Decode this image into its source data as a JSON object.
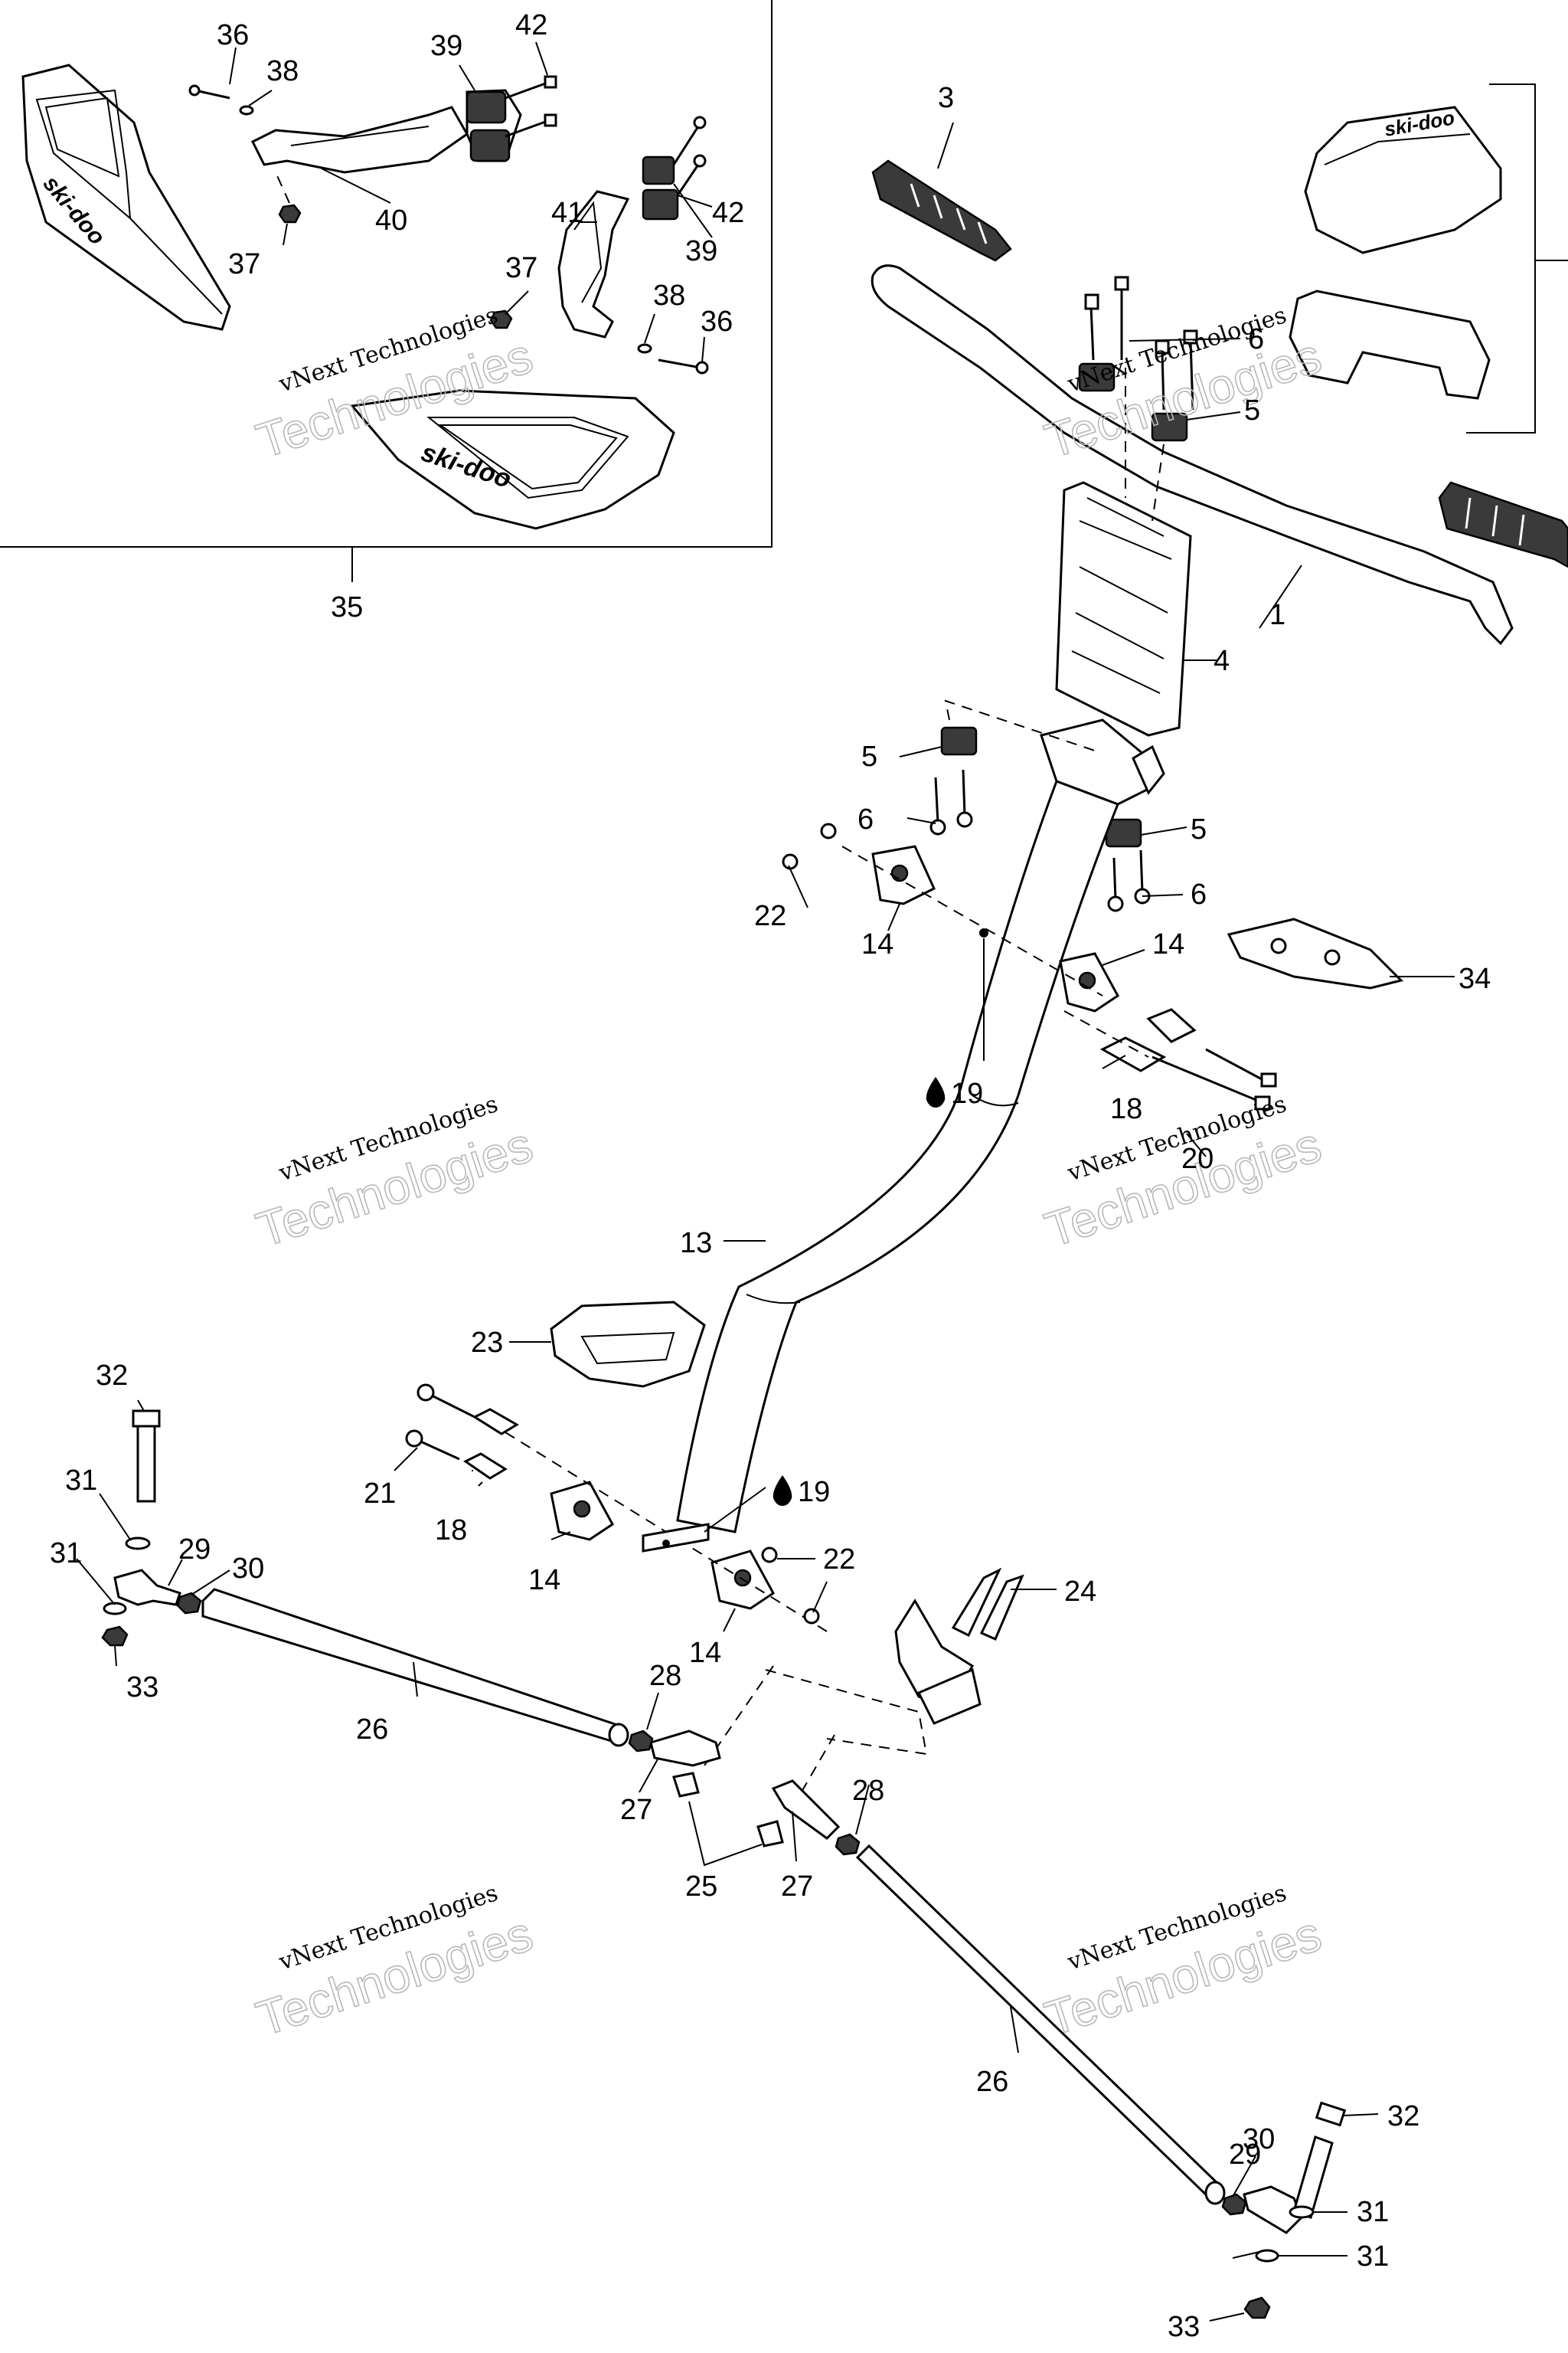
{
  "watermark": {
    "line1": "vNext Technologies",
    "line2": "Technologies"
  },
  "brand": {
    "logo_text": "ski-doo"
  },
  "callouts": [
    {
      "id": "c1",
      "text": "1"
    },
    {
      "id": "c3",
      "text": "3"
    },
    {
      "id": "c4",
      "text": "4"
    },
    {
      "id": "c5a",
      "text": "5"
    },
    {
      "id": "c5b",
      "text": "5"
    },
    {
      "id": "c5c",
      "text": "5"
    },
    {
      "id": "c6a",
      "text": "6"
    },
    {
      "id": "c6b",
      "text": "6"
    },
    {
      "id": "c6c",
      "text": "6"
    },
    {
      "id": "c13",
      "text": "13"
    },
    {
      "id": "c14a",
      "text": "14"
    },
    {
      "id": "c14b",
      "text": "14"
    },
    {
      "id": "c14c",
      "text": "14"
    },
    {
      "id": "c14d",
      "text": "14"
    },
    {
      "id": "c18a",
      "text": "18"
    },
    {
      "id": "c18b",
      "text": "18"
    },
    {
      "id": "c19a",
      "text": "19"
    },
    {
      "id": "c19b",
      "text": "19"
    },
    {
      "id": "c20",
      "text": "20"
    },
    {
      "id": "c21",
      "text": "21"
    },
    {
      "id": "c22a",
      "text": "22"
    },
    {
      "id": "c22b",
      "text": "22"
    },
    {
      "id": "c23",
      "text": "23"
    },
    {
      "id": "c24",
      "text": "24"
    },
    {
      "id": "c25",
      "text": "25"
    },
    {
      "id": "c26a",
      "text": "26"
    },
    {
      "id": "c26b",
      "text": "26"
    },
    {
      "id": "c27a",
      "text": "27"
    },
    {
      "id": "c27b",
      "text": "27"
    },
    {
      "id": "c28a",
      "text": "28"
    },
    {
      "id": "c28b",
      "text": "28"
    },
    {
      "id": "c29a",
      "text": "29"
    },
    {
      "id": "c29b",
      "text": "29"
    },
    {
      "id": "c30a",
      "text": "30"
    },
    {
      "id": "c30b",
      "text": "30"
    },
    {
      "id": "c31a",
      "text": "31"
    },
    {
      "id": "c31b",
      "text": "31"
    },
    {
      "id": "c31c",
      "text": "31"
    },
    {
      "id": "c31d",
      "text": "31"
    },
    {
      "id": "c32a",
      "text": "32"
    },
    {
      "id": "c32b",
      "text": "32"
    },
    {
      "id": "c33a",
      "text": "33"
    },
    {
      "id": "c33b",
      "text": "33"
    },
    {
      "id": "c34",
      "text": "34"
    },
    {
      "id": "c35",
      "text": "35"
    },
    {
      "id": "c36a",
      "text": "36"
    },
    {
      "id": "c36b",
      "text": "36"
    },
    {
      "id": "c37a",
      "text": "37"
    },
    {
      "id": "c37b",
      "text": "37"
    },
    {
      "id": "c38a",
      "text": "38"
    },
    {
      "id": "c38b",
      "text": "38"
    },
    {
      "id": "c39a",
      "text": "39"
    },
    {
      "id": "c39b",
      "text": "39"
    },
    {
      "id": "c40",
      "text": "40"
    },
    {
      "id": "c41",
      "text": "41"
    },
    {
      "id": "c42a",
      "text": "42"
    },
    {
      "id": "c42b",
      "text": "42"
    }
  ]
}
